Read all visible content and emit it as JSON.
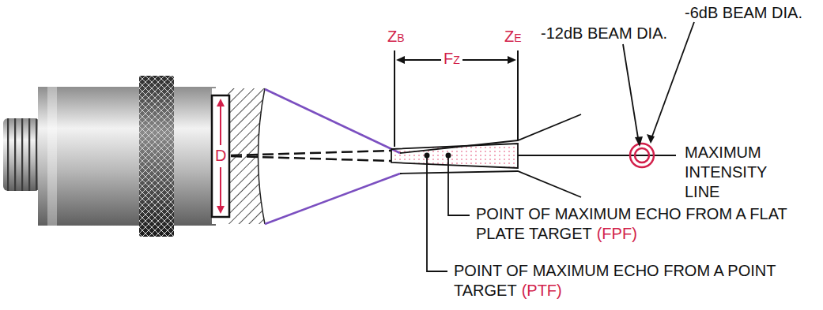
{
  "diagram": {
    "labels": [
      "D",
      "Z",
      "B",
      "F",
      "Z",
      "Z",
      "E",
      "-6dB BEAM DIA.",
      "-12dB BEAM DIA.",
      "MAXIMUM INTENSITY LINE",
      "POINT OF MAXIMUM ECHO FROM A FLAT PLATE TARGET",
      "(FPF)",
      "POINT OF MAXIMUM ECHO FROM A POINT TARGET",
      "(PTF)"
    ]
  }
}
